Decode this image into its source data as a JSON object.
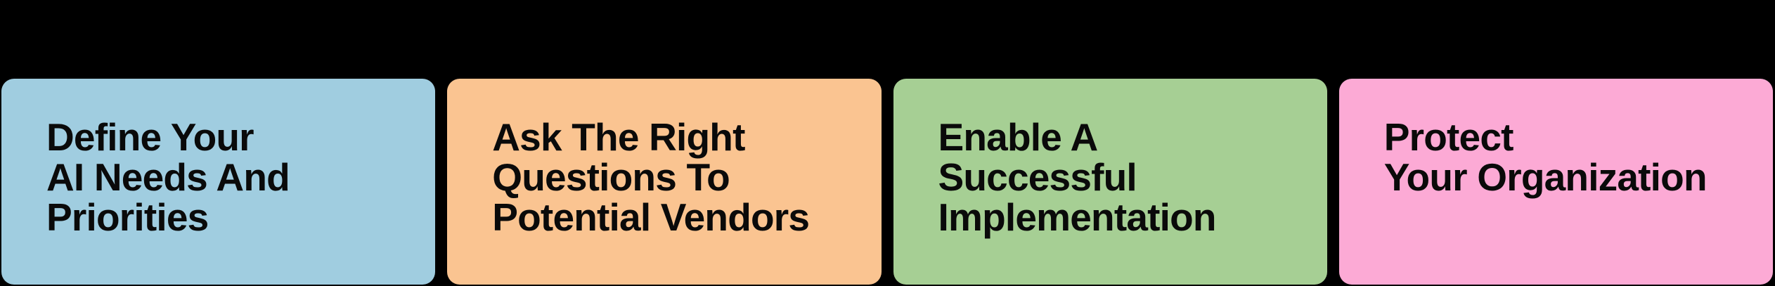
{
  "page": {
    "background_color": "#000000",
    "text_color": "#0a0a0a"
  },
  "cards": [
    {
      "id": "define-ai-needs",
      "color": "#A0CDE0",
      "color_name": "light-blue",
      "title": "Define Your AI Needs And Priorities",
      "lines": [
        "Define Your",
        "AI Needs And",
        "Priorities"
      ]
    },
    {
      "id": "ask-right-questions",
      "color": "#FAC491",
      "color_name": "light-orange",
      "title": "Ask The Right Questions To Potential Vendors",
      "lines": [
        "Ask The Right",
        "Questions To",
        "Potential Vendors"
      ]
    },
    {
      "id": "enable-implementation",
      "color": "#A6CF94",
      "color_name": "light-green",
      "title": "Enable A Successful Implementation",
      "lines": [
        "Enable A",
        "Successful",
        "Implementation"
      ]
    },
    {
      "id": "protect-organization",
      "color": "#FCAAD5",
      "color_name": "pink",
      "title": "Protect Your Organization",
      "lines": [
        "Protect",
        "Your Organization"
      ]
    }
  ]
}
